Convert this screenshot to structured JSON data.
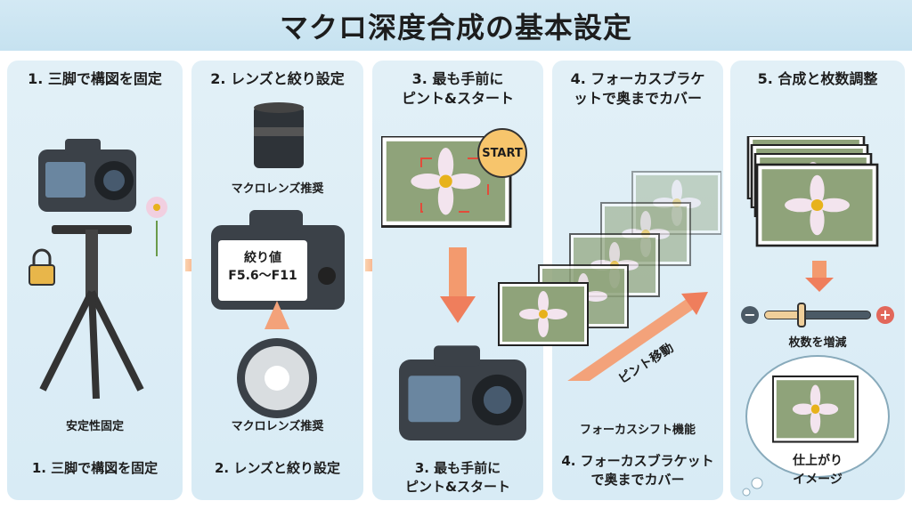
{
  "title": "マクロ深度合成の基本設定",
  "panels": [
    {
      "heading": "1. 三脚で構図を固定",
      "label": "安定性固定",
      "footer": "1. 三脚で構図を固定"
    },
    {
      "heading": "2. レンズと絞り設定",
      "lens_label": "マクロレンズ推奨",
      "screen_text": "絞り値\nF5.6〜F11",
      "aperture_label": "マクロレンズ推奨",
      "footer": "2. レンズと絞り設定"
    },
    {
      "heading": "3. 最も手前に\nピント&スタート",
      "start_button": "START",
      "footer": "3. 最も手前に\nピント&スタート"
    },
    {
      "heading": "4. フォーカスブラケ\nットで奥までカバー",
      "arrow_label": "ピント移動",
      "label": "フォーカスシフト機能",
      "footer": "4. フォーカスブラケット\nで奥までカバー"
    },
    {
      "heading": "5. 合成と枚数調整",
      "slider_label": "枚数を増減",
      "slider_value": 0.35,
      "result_label": "仕上がり\nイメージ"
    }
  ],
  "colors": {
    "title_band": "#c6e2f0",
    "panel": "#e2f0f7",
    "arrow": "#f39a6e",
    "plus": "#e2675a",
    "minus": "#4b5a66"
  }
}
